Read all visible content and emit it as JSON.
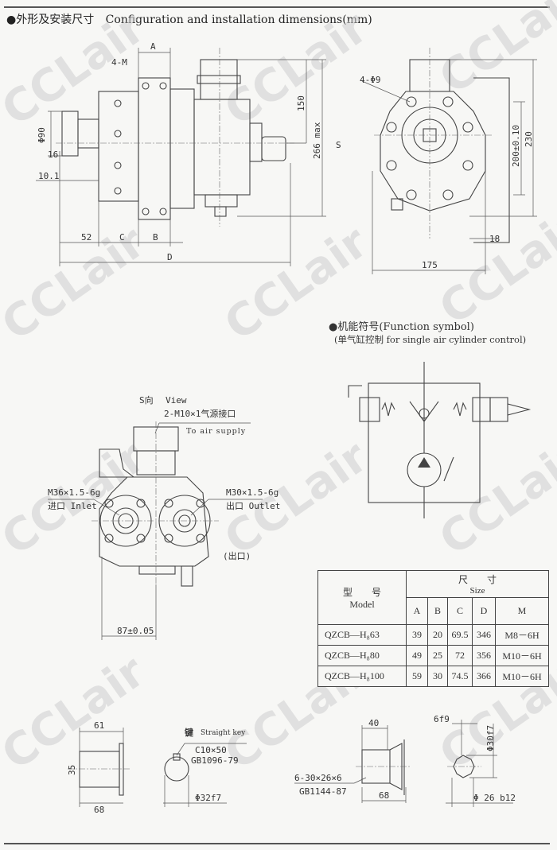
{
  "header": {
    "bullet": "●",
    "title_cn": "外形及安装尺寸",
    "title_en": "Configuration and installation dimensions(mm)"
  },
  "front_view": {
    "a": "A",
    "m": "4-M",
    "h150": "150",
    "h266": "266 max",
    "s": "S",
    "d90": "Φ90",
    "d16": "16",
    "d10": "10.1",
    "d52": "52",
    "c": "C",
    "b": "B",
    "d": "D"
  },
  "side_view": {
    "holes": "4-Φ9",
    "h200": "200±0.10",
    "h230": "230",
    "w18": "18",
    "w175": "175"
  },
  "function": {
    "title": "●机能符号(Function symbol)",
    "subtitle": "(单气缸控制 for single air cylinder control)"
  },
  "s_view": {
    "s_dir": "S向",
    "view": "View",
    "air_port": "2-M10×1气源接口",
    "to_air": "To air supply",
    "inlet_thread": "M36×1.5-6g",
    "inlet": "进口 Inlet",
    "outlet_thread": "M30×1.5-6g",
    "outlet": "出口 Outlet",
    "outlet_alt": "(出口)",
    "dim87": "87±0.05"
  },
  "table": {
    "model_cn": "型　　号",
    "model_en": "Model",
    "size_cn": "尺　　寸",
    "size_en": "Size",
    "columns": [
      "A",
      "B",
      "C",
      "D",
      "M"
    ],
    "rows": [
      {
        "model": "QZCB—H₈63",
        "A": "39",
        "B": "20",
        "C": "69.5",
        "D": "346",
        "M": "M8－6H"
      },
      {
        "model": "QZCB—H₈80",
        "A": "49",
        "B": "25",
        "C": "72",
        "D": "356",
        "M": "M10－6H"
      },
      {
        "model": "QZCB—H₈100",
        "A": "59",
        "B": "30",
        "C": "74.5",
        "D": "366",
        "M": "M10－6H"
      }
    ]
  },
  "shafts": {
    "s1": {
      "w61": "61",
      "h35": "35",
      "w68": "68"
    },
    "key": {
      "cn": "键",
      "en": "Straight key",
      "spec": "C10×50",
      "std": "GB1096-79",
      "dia": "Φ32f7"
    },
    "s2": {
      "w40": "40",
      "spline": "6-30×26×6",
      "std": "GB1144-87",
      "w68": "68"
    },
    "s3": {
      "w6": "6f9",
      "d30": "Φ30f7",
      "d26": "Φ 26 b12"
    }
  },
  "watermark": "CCLair"
}
